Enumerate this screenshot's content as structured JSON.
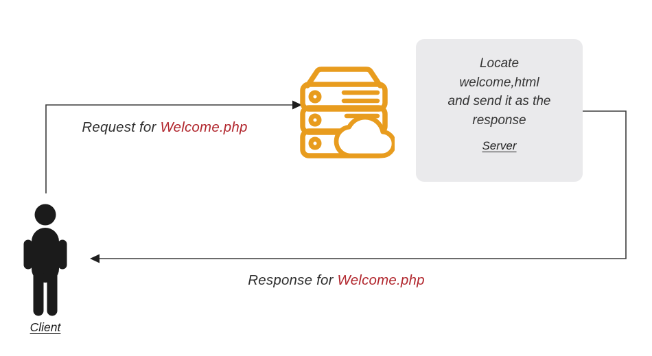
{
  "diagram_title": "client-server-request-response-flow",
  "colors": {
    "background": "#ffffff",
    "server_icon_orange": "#e89c1e",
    "highlight_red": "#b1262d",
    "note_background": "#eaeaec",
    "label_text": "#2e2e2e",
    "arrow": "#3a3a3a",
    "person_black": "#1b1b1b"
  },
  "request_label": {
    "prefix": "Request for ",
    "highlight": "Welcome.php"
  },
  "response_label": {
    "prefix": "Response for ",
    "highlight": "Welcome.php"
  },
  "server_note": {
    "lines": [
      "Locate",
      "welcome,html",
      "and send it as the",
      "response"
    ],
    "caption": "Server"
  },
  "client": {
    "caption": "Client"
  },
  "icons": {
    "server": "server-rack-with-cloud-icon",
    "client": "person-silhouette-icon"
  }
}
